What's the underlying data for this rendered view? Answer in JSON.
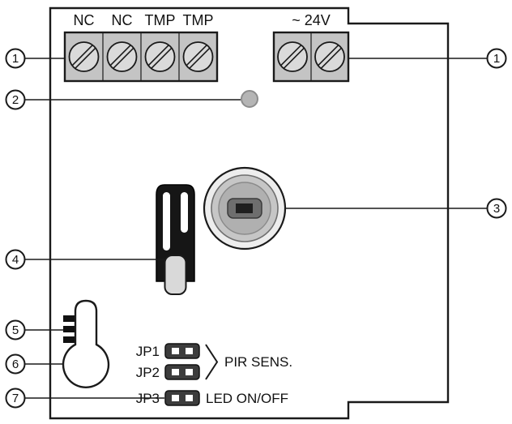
{
  "diagram": {
    "terminal_block_left": {
      "labels": [
        "NC",
        "NC",
        "TMP",
        "TMP"
      ]
    },
    "terminal_block_right": {
      "label": "~ 24V"
    },
    "jumper_section": {
      "jp1_label": "JP1",
      "jp2_label": "JP2",
      "jp3_label": "JP3",
      "jp12_function": "PIR SENS.",
      "jp3_function": "LED ON/OFF"
    },
    "callouts": {
      "c1_left": "1",
      "c2": "2",
      "c4": "4",
      "c5": "5",
      "c6": "6",
      "c7": "7",
      "c1_right": "1",
      "c3": "3"
    },
    "colors": {
      "outline": "#1a1a1a",
      "terminal_block_fill": "#c4c4c4",
      "screw_fill": "#dadada",
      "led_fill": "#b5b5b5",
      "lens_outer_fill": "#ededed",
      "lens_ring_fill": "#c6c6c6",
      "lens_inner_fill": "#b0b0b0",
      "tongue_fill": "#d9d9d9",
      "jumper_fill": "#3c3c3c"
    }
  }
}
